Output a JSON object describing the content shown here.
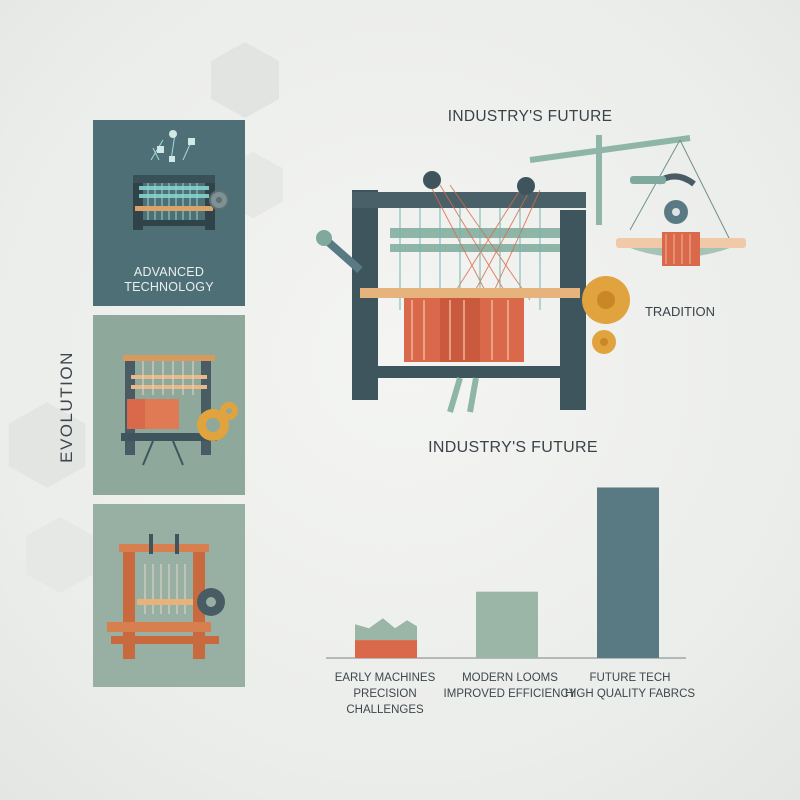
{
  "labels": {
    "evolution": "EVOLUTION",
    "top_title": "INDUSTRY'S FUTURE",
    "tradition": "TRADITION",
    "panels": [
      {
        "line1": "ADVANCED",
        "line2": "TECHNOLOGY"
      },
      {
        "line1": "",
        "line2": ""
      },
      {
        "line1": "",
        "line2": ""
      }
    ]
  },
  "colors": {
    "teal_dark": "#4f6f77",
    "sage": "#8fa89c",
    "orange": "#d9694a",
    "slate": "#3f555e",
    "bar_future": "#5a7a83",
    "bar_modern": "#9bb5a6"
  },
  "icons": [
    "loom-icon",
    "gear-icon",
    "scale-icon",
    "hexagon-icon"
  ],
  "chart_data": {
    "type": "bar",
    "title": "INDUSTRY'S FUTURE",
    "categories": [
      {
        "line1": "EARLY MACHINES",
        "line2": "PRECISION CHALLENGES"
      },
      {
        "line1": "MODERN LOOMS",
        "line2": "IMPROVED EFFICIENCY"
      },
      {
        "line1": "FUTURE TECH",
        "line2": "HIGH QUALITY FABRCS"
      }
    ],
    "values": [
      42,
      70,
      180
    ],
    "ylim": [
      0,
      190
    ],
    "xlabel": "",
    "ylabel": "",
    "grid": false
  }
}
